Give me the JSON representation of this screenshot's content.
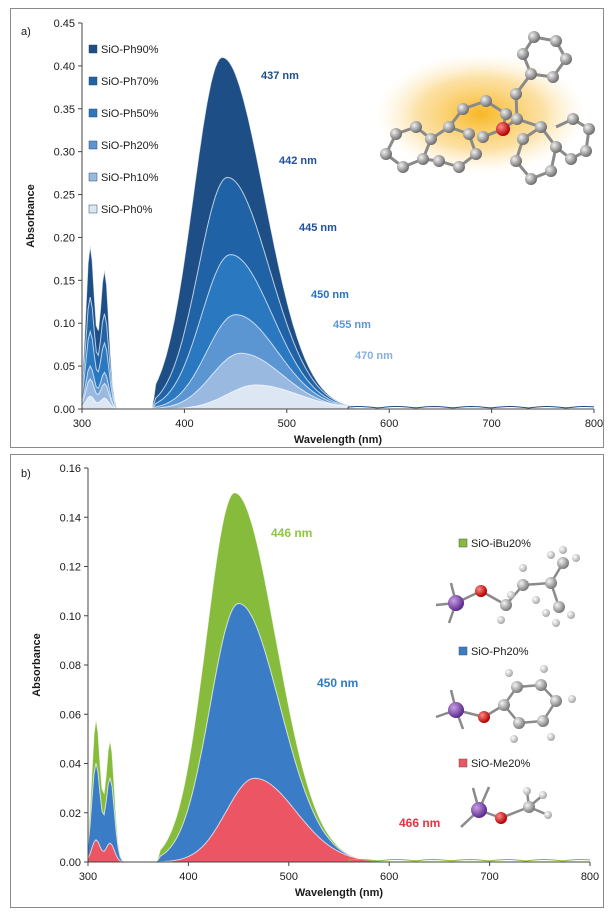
{
  "chart_data": [
    {
      "panel_label": "a)",
      "type": "area",
      "xlabel": "Wavelength (nm)",
      "ylabel": "Absorbance",
      "xlim": [
        300,
        800
      ],
      "ylim": [
        0,
        0.45
      ],
      "xticks": [
        "300",
        "400",
        "500",
        "600",
        "700",
        "800"
      ],
      "yticks": [
        "0.00",
        "0.05",
        "0.10",
        "0.15",
        "0.20",
        "0.25",
        "0.30",
        "0.35",
        "0.40",
        "0.45"
      ],
      "legend_position": "top-left",
      "series": [
        {
          "name": "SiO-Ph90%",
          "color": "#1d4f86",
          "peak_nm": 437,
          "peak_abs": 0.41,
          "uv_peak_abs": 0.19,
          "peak_label": "437 nm"
        },
        {
          "name": "SiO-Ph70%",
          "color": "#1f62a6",
          "peak_nm": 442,
          "peak_abs": 0.27,
          "uv_peak_abs": 0.13,
          "peak_label": "442 nm"
        },
        {
          "name": "SiO-Ph50%",
          "color": "#2a78c0",
          "peak_nm": 445,
          "peak_abs": 0.18,
          "uv_peak_abs": 0.09,
          "peak_label": "445 nm"
        },
        {
          "name": "SiO-Ph20%",
          "color": "#5b96d2",
          "peak_nm": 450,
          "peak_abs": 0.11,
          "uv_peak_abs": 0.05,
          "peak_label": "450 nm"
        },
        {
          "name": "SiO-Ph10%",
          "color": "#9ab9e0",
          "peak_nm": 455,
          "peak_abs": 0.065,
          "uv_peak_abs": 0.035,
          "peak_label": "455 nm"
        },
        {
          "name": "SiO-Ph0%",
          "color": "#dde6f3",
          "peak_nm": 470,
          "peak_abs": 0.028,
          "uv_peak_abs": 0.015,
          "peak_label": "470 nm"
        }
      ]
    },
    {
      "panel_label": "b)",
      "type": "area",
      "xlabel": "Wavelength (nm)",
      "ylabel": "Absorbance",
      "xlim": [
        300,
        800
      ],
      "ylim": [
        0,
        0.16
      ],
      "xticks": [
        "300",
        "400",
        "500",
        "600",
        "700",
        "800"
      ],
      "yticks": [
        "0.00",
        "0.02",
        "0.04",
        "0.06",
        "0.08",
        "0.10",
        "0.12",
        "0.14",
        "0.16"
      ],
      "legend_position": "right",
      "series": [
        {
          "name": "SiO-iBu20%",
          "color": "#86bb3b",
          "peak_nm": 446,
          "peak_abs": 0.15,
          "uv_peak_abs": 0.058,
          "peak_label": "446 nm"
        },
        {
          "name": "SiO-Ph20%",
          "color": "#3a7cc5",
          "peak_nm": 450,
          "peak_abs": 0.105,
          "uv_peak_abs": 0.04,
          "peak_label": "450 nm"
        },
        {
          "name": "SiO-Me20%",
          "color": "#ec5664",
          "peak_nm": 466,
          "peak_abs": 0.034,
          "uv_peak_abs": 0.009,
          "peak_label": "466 nm"
        }
      ]
    }
  ],
  "colors": {
    "panel_a_labels": [
      "#1d4f86",
      "#1f4fa0",
      "#1f4fa0",
      "#2a6fc0",
      "#5b96d2",
      "#86aee0"
    ],
    "panel_b_labels": [
      "#8ec63f",
      "#2e7bc4",
      "#e8323f"
    ]
  },
  "icons": {
    "molecule_a": "bicyclic-ring-molecule-icon",
    "molecule_b1": "isobutoxy-silane-molecule-icon",
    "molecule_b2": "phenoxy-silane-molecule-icon",
    "molecule_b3": "methoxy-silane-molecule-icon"
  }
}
